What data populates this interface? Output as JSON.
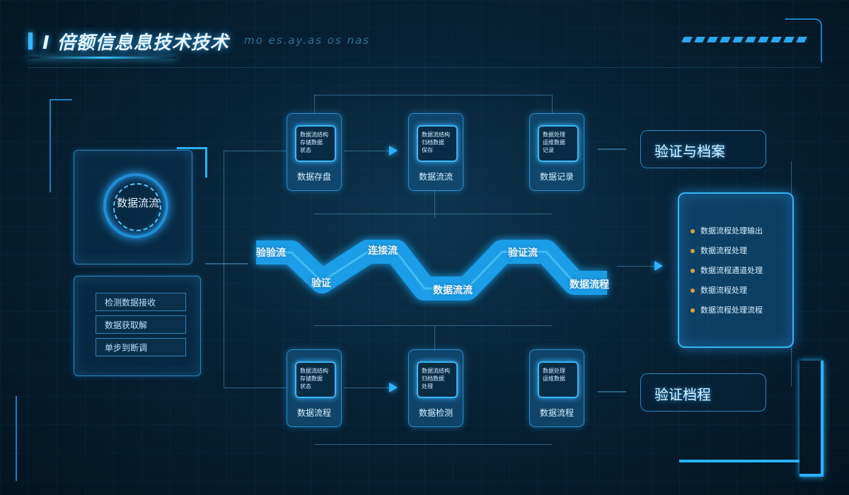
{
  "header": {
    "title": "信息息技术技术",
    "title_prefix": "I 倍额",
    "subtitle": "mo es.ay.as os nas"
  },
  "left_panel": {
    "hub_label": "数据流流",
    "items": [
      "检测数据接收",
      "数据获取解",
      "单步到断调"
    ]
  },
  "top_nodes": [
    {
      "card_lines": [
        "数据流结构",
        "存储数据",
        "状态"
      ],
      "label": "数据存盘"
    },
    {
      "card_lines": [
        "数据流结构",
        "归档数据",
        "保存"
      ],
      "label": "数据流流"
    },
    {
      "card_lines": [
        "数据处理",
        "运维数据",
        "记录"
      ],
      "label": "数据记录"
    }
  ],
  "bottom_nodes": [
    {
      "card_lines": [
        "数据流结构",
        "存储数据",
        "状态"
      ],
      "label": "数据流程"
    },
    {
      "card_lines": [
        "数据流结构",
        "归档数据",
        "处理"
      ],
      "label": "数据检测"
    },
    {
      "card_lines": [
        "数据处理",
        "运维数据"
      ],
      "label": "数据流程"
    }
  ],
  "wave_labels": [
    "验验流",
    "验证",
    "连接流",
    "数据流流",
    "验证流",
    "数据流程"
  ],
  "side_labels": {
    "top": "验证与档案",
    "bottom": "验证档程"
  },
  "info_panel": {
    "items": [
      "数据流程处理输出",
      "数据流程处理",
      "数据流程通道处理",
      "数据流程处理",
      "数据流程处理流程"
    ]
  }
}
